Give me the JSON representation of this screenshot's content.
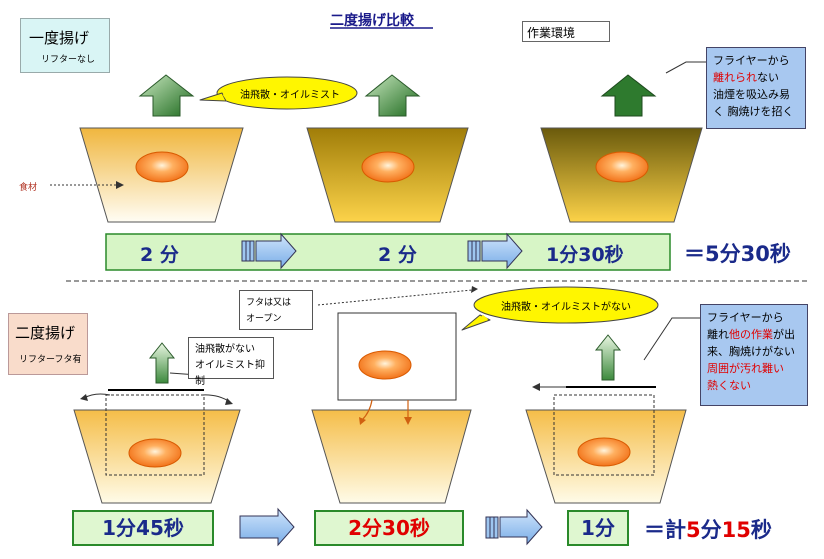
{
  "title": "二度揚げ比較",
  "environment_label": "作業環境",
  "top": {
    "label_main": "一度揚げ",
    "label_sub": "リフターなし",
    "ingredient_label": "食材",
    "bubble": "油飛散・オイルミスト",
    "note_lines": [
      "フライヤーから",
      "離れ",
      "られ",
      "ない",
      "油煙を吸込み易",
      "く  胸焼けを招く"
    ],
    "times": [
      "2 分",
      "2 分",
      "1分30秒"
    ],
    "total": "＝5分30秒"
  },
  "bottom": {
    "label_main": "二度揚げ",
    "label_sub": "リフターフタ有",
    "info_box": [
      "油飛散がない",
      "オイルミスト抑制"
    ],
    "lid_box": [
      "フタは又は",
      "オープン"
    ],
    "bubble": "油飛散・オイルミストがない",
    "note": {
      "l1": "フライヤーから",
      "l2a": "離れ",
      "l2b": "他の作業",
      "l2c": "が出",
      "l3": "来、胸焼けがない",
      "l4": "周囲が汚れ難い",
      "l5": "熱くない"
    },
    "times": [
      "1分45秒",
      "2分30秒",
      "1分"
    ],
    "total_prefix": "＝計",
    "total_a": "5",
    "total_mid": "分",
    "total_b": "15",
    "total_suffix": "秒"
  },
  "colors": {
    "vat_light": "#f3c35a",
    "vat_gold": "#b08a10",
    "vat_dark": "#7a6a10",
    "food": "#f07a1a",
    "arrow_green": "#2f7a2f",
    "bubble_yellow": "#fff600",
    "note_blue": "#a8c8f0",
    "timebar_green": "#2a8a2a"
  }
}
